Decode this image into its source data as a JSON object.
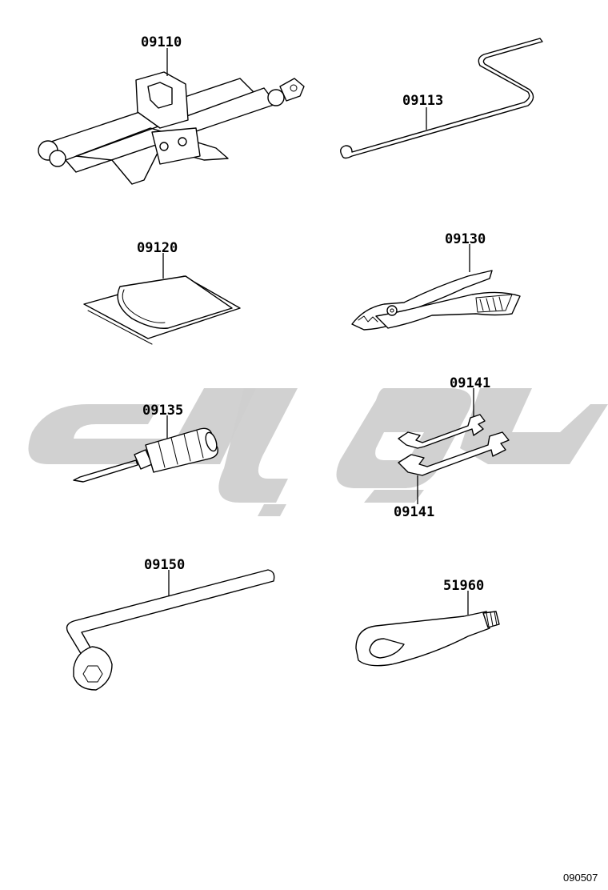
{
  "parts": [
    {
      "id": "jack",
      "number": "09110"
    },
    {
      "id": "jack-handle",
      "number": "09113"
    },
    {
      "id": "tool-bag",
      "number": "09120"
    },
    {
      "id": "pliers",
      "number": "09130"
    },
    {
      "id": "screwdriver",
      "number": "09135"
    },
    {
      "id": "wrench-upper",
      "number": "09141"
    },
    {
      "id": "wrench-lower",
      "number": "09141"
    },
    {
      "id": "lug-wrench",
      "number": "09150"
    },
    {
      "id": "towing-eye",
      "number": "51960"
    }
  ],
  "diagram_code": "090507",
  "colors": {
    "line": "#000000",
    "background": "#ffffff",
    "watermark": "#cfcfcf"
  }
}
